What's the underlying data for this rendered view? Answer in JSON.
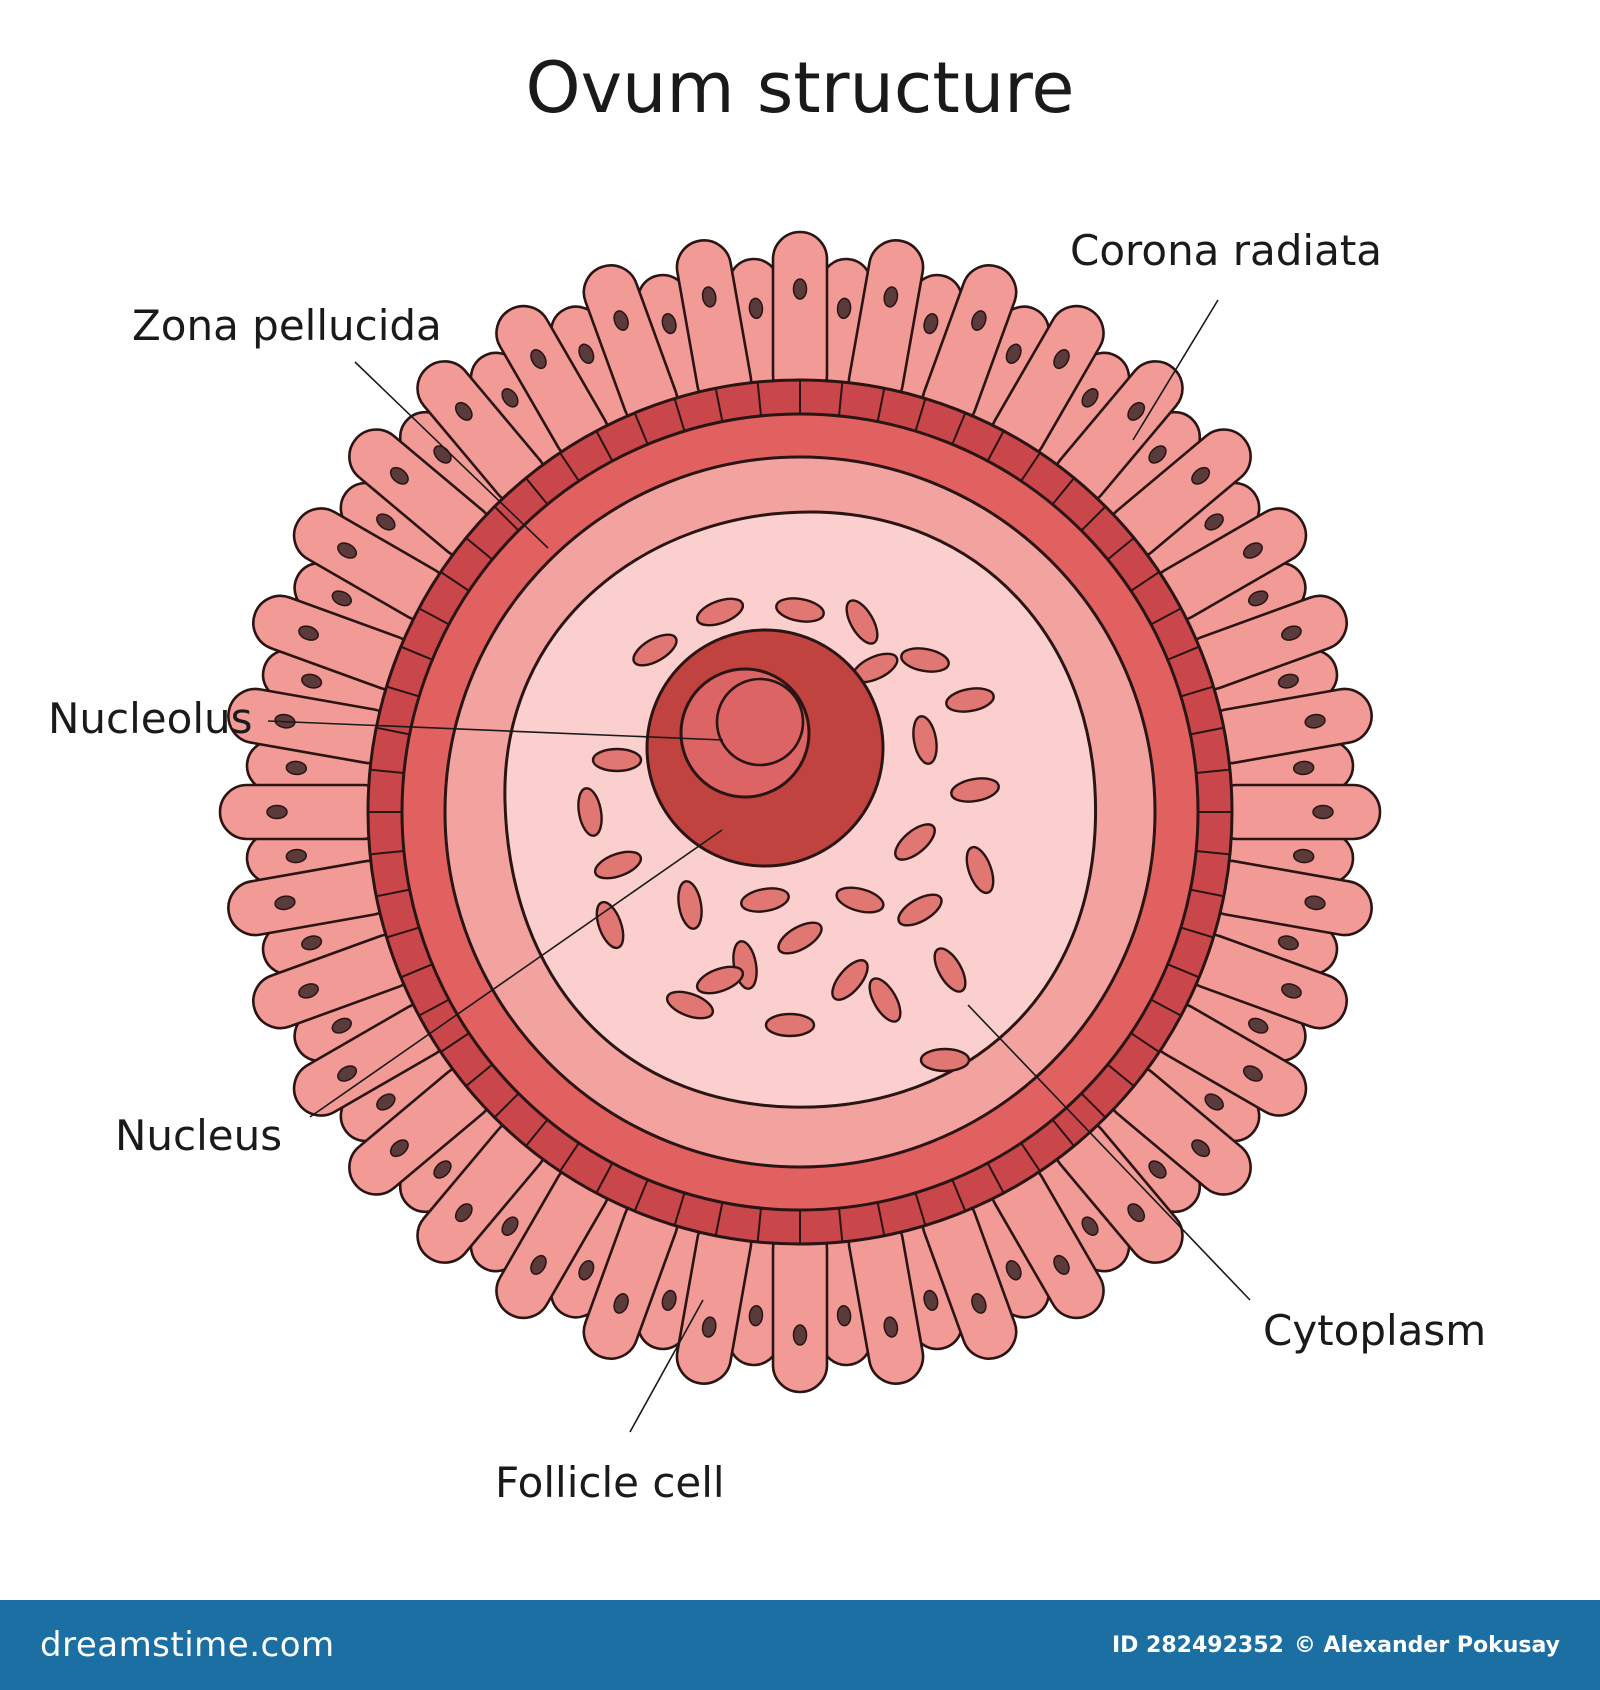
{
  "title": "Ovum structure",
  "labels": {
    "zona_pellucida": "Zona pellucida",
    "corona_radiata": "Corona radiata",
    "nucleolus": "Nucleolus",
    "nucleus": "Nucleus",
    "cytoplasm": "Cytoplasm",
    "follicle_cell": "Follicle cell"
  },
  "footer": {
    "brand": "dreamstime.com",
    "image_id": "ID 282492352",
    "author": "© Alexander Pokusay"
  },
  "colors": {
    "follicle": "#f19a96",
    "zona": "#c9474a",
    "outer_ring": "#e0615f",
    "inner_ring": "#f2a3a0",
    "cytoplasm": "#fbcfcd",
    "nucleus": "#c0433f",
    "nucleolus": "#dd6464",
    "granule": "#e07773",
    "outline": "#2a1414",
    "footer_bg": "#1b6fa3"
  }
}
